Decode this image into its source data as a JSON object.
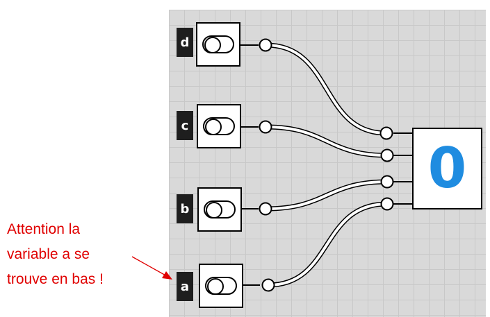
{
  "inputs": [
    {
      "name": "d"
    },
    {
      "name": "c"
    },
    {
      "name": "b"
    },
    {
      "name": "a"
    }
  ],
  "output": {
    "value": "0",
    "color": "#1f8ce0"
  },
  "annotation": {
    "lines": [
      "Attention la",
      "variable a se",
      "trouve en bas !"
    ],
    "color": "#e00000"
  }
}
